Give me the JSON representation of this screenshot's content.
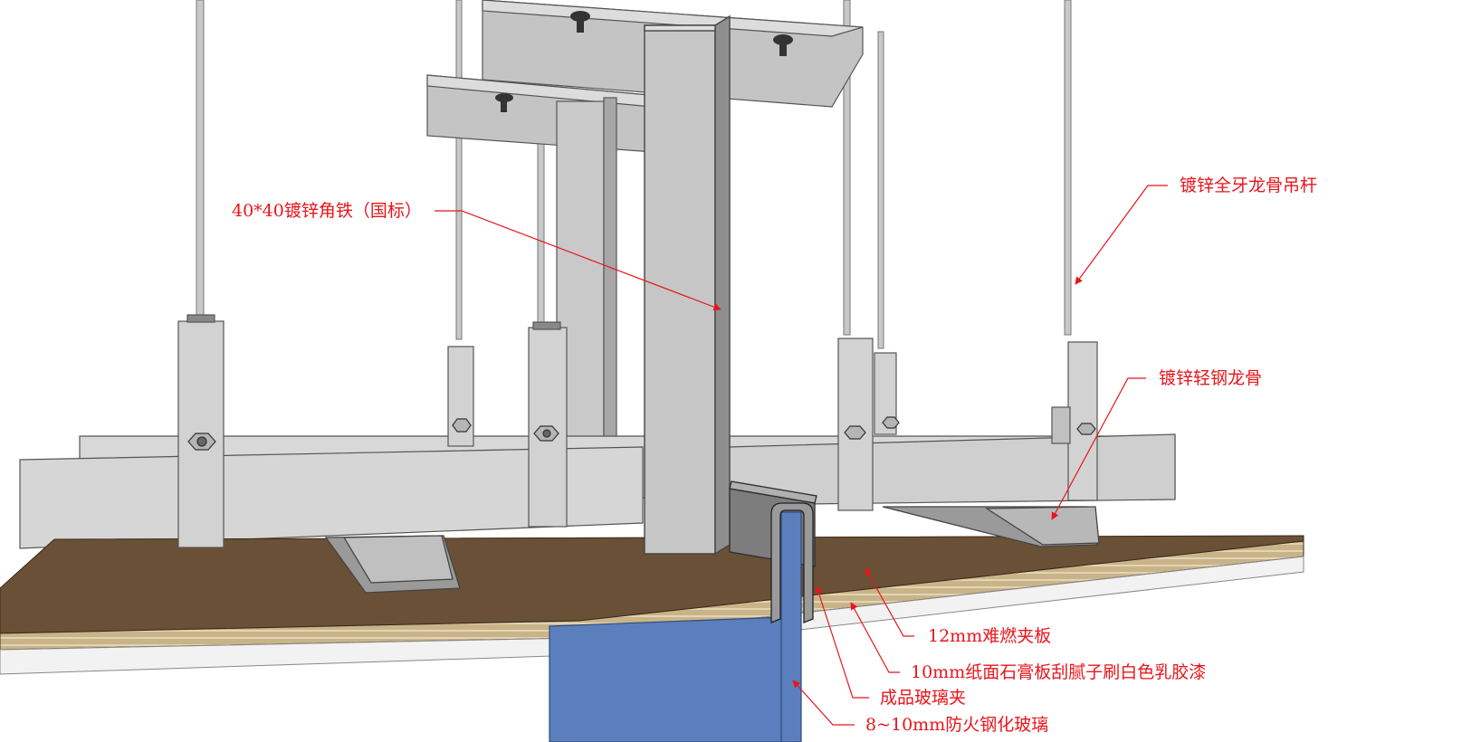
{
  "labels": {
    "angle_iron": "40*40镀锌角铁（国标）",
    "hanger_rod": "镀锌全牙龙骨吊杆",
    "light_keel": "镀锌轻钢龙骨",
    "plywood": "12mm难燃夹板",
    "gypsum": "10mm纸面石膏板刮腻子刷白色乳胶漆",
    "glass_clip": "成品玻璃夹",
    "glass": "8~10mm防火钢化玻璃"
  },
  "colors": {
    "annotation": "#e8151b",
    "steel_light": "#d4d4d4",
    "steel_mid": "#bdbdbd",
    "steel_dark": "#8c8c8c",
    "wood": "#6a5036",
    "glass": "#5b7fbd",
    "gypsum": "#f2f2f2"
  }
}
